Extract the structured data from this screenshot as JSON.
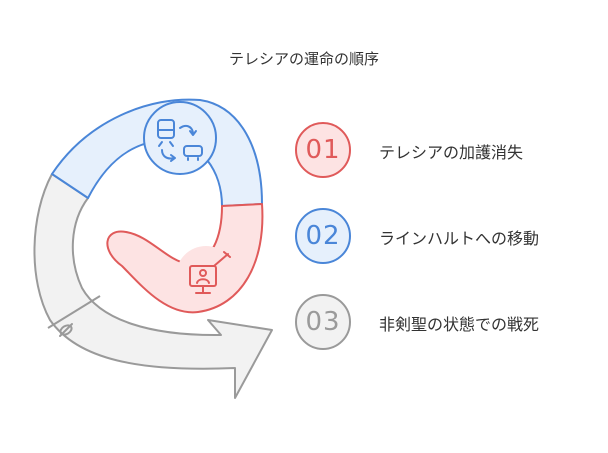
{
  "title": "テレシアの運命の順序",
  "steps": [
    {
      "number": "01",
      "label": "テレシアの加護消失",
      "color": "#e05a5a",
      "fill": "#fde3e3"
    },
    {
      "number": "02",
      "label": "ラインハルトへの移動",
      "color": "#4a86d8",
      "fill": "#e6f0fc"
    },
    {
      "number": "03",
      "label": "非剣聖の状態での戦死",
      "color": "#9a9a9a",
      "fill": "#f2f2f2"
    }
  ],
  "icons": [
    "train-car-swap-icon",
    "presentation-teacher-icon",
    "sword-icon"
  ]
}
